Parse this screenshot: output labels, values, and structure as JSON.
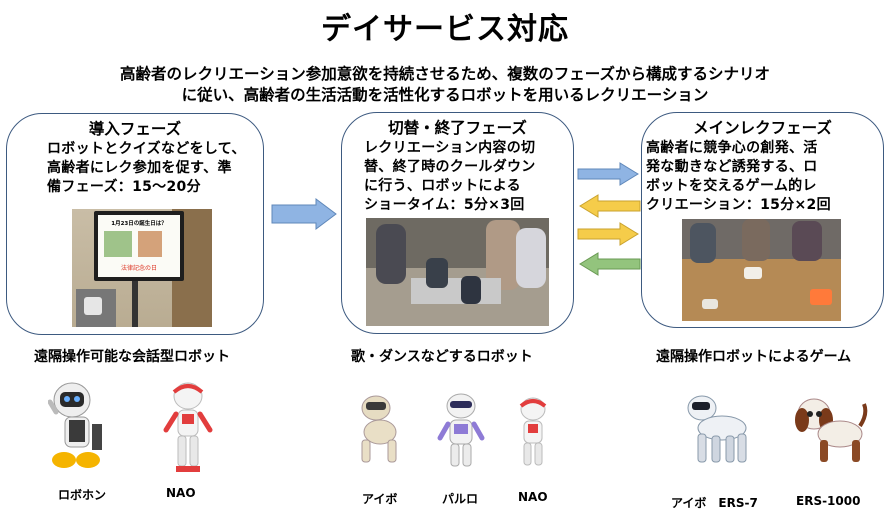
{
  "title": "デイサービス対応",
  "intro": {
    "line1": "高齢者のレクリエーション参加意欲を持続させるため、複数のフェーズから構成するシナリオ",
    "line2": "に従い、高齢者の生活活動を活性化するロボットを用いるレクリエーション"
  },
  "phases": {
    "intro_phase": {
      "title": "導入フェーズ",
      "lines": [
        "ロボットとクイズなどをして、",
        "高齢者にレク参加を促す、準",
        "備フェーズ：15〜20分"
      ],
      "slide_title": "1月23日の誕生日は？",
      "slide_answer": "法律記念の日"
    },
    "switch_phase": {
      "title": "切替・終了フェーズ",
      "lines": [
        "レクリエーション内容の切",
        "替、終了時のクールダウン",
        "に行う、ロボットによる",
        "ショータイム：5分×3回"
      ]
    },
    "main_phase": {
      "title": "メインレクフェーズ",
      "lines": [
        "高齢者に競争心の創発、活",
        "発な動きなど誘発する、ロ",
        "ボットを交えるゲーム的レ",
        "クリエーション：15分×2回"
      ]
    }
  },
  "captions": {
    "left": "遠隔操作可能な会話型ロボット",
    "middle": "歌・ダンスなどするロボット",
    "right": "遠隔操作ロボットによるゲーム"
  },
  "robots": {
    "left": [
      "ロボホン",
      "NAO"
    ],
    "middle": [
      "アイボ",
      "パルロ",
      "NAO"
    ],
    "right": [
      "アイボ　ERS-7",
      "ERS-1000"
    ]
  },
  "colors": {
    "border": "#3d5a80",
    "arrow_blue": "#8fb4e3",
    "arrow_yellow": "#f5cc4a",
    "arrow_green": "#93c47d"
  }
}
